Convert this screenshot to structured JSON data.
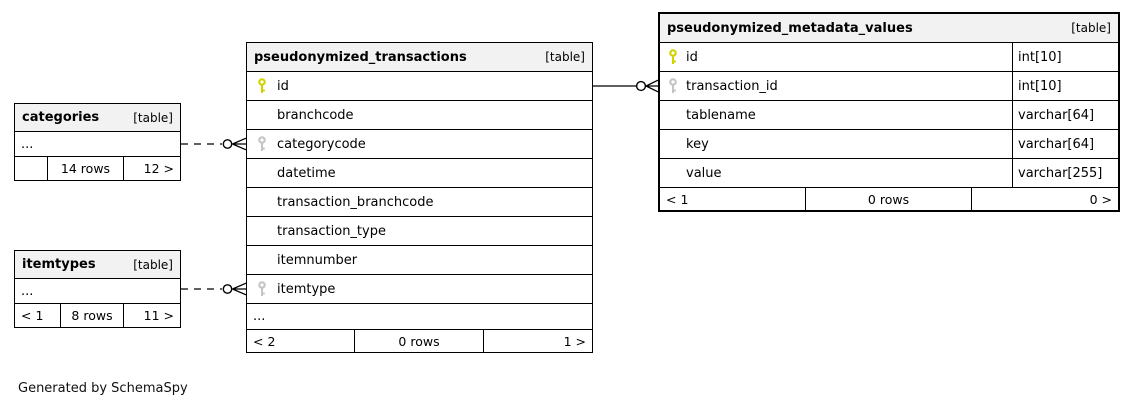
{
  "page": {
    "note": "Generated by SchemaSpy"
  },
  "colors": {
    "header_bg": "#f2f2f2",
    "primary_key": "#d2d200",
    "foreign_key": "#c4c4c4",
    "border": "#000000",
    "background": "#ffffff"
  },
  "tables": {
    "categories": {
      "title": "categories",
      "badge": "[table]",
      "more": "...",
      "footer": {
        "left": "",
        "center": "14 rows",
        "right": "12 >"
      }
    },
    "itemtypes": {
      "title": "itemtypes",
      "badge": "[table]",
      "more": "...",
      "footer": {
        "left": "< 1",
        "center": "8 rows",
        "right": "11 >"
      }
    },
    "pseudonymized_transactions": {
      "title": "pseudonymized_transactions",
      "badge": "[table]",
      "more": "...",
      "columns": [
        {
          "name": "id",
          "key": "primary"
        },
        {
          "name": "branchcode",
          "key": ""
        },
        {
          "name": "categorycode",
          "key": "foreign"
        },
        {
          "name": "datetime",
          "key": ""
        },
        {
          "name": "transaction_branchcode",
          "key": ""
        },
        {
          "name": "transaction_type",
          "key": ""
        },
        {
          "name": "itemnumber",
          "key": ""
        },
        {
          "name": "itemtype",
          "key": "foreign"
        }
      ],
      "footer": {
        "left": "< 2",
        "center": "0 rows",
        "right": "1 >"
      }
    },
    "pseudonymized_metadata_values": {
      "title": "pseudonymized_metadata_values",
      "badge": "[table]",
      "columns": [
        {
          "name": "id",
          "type": "int[10]",
          "key": "primary"
        },
        {
          "name": "transaction_id",
          "type": "int[10]",
          "key": "foreign"
        },
        {
          "name": "tablename",
          "type": "varchar[64]",
          "key": ""
        },
        {
          "name": "key",
          "type": "varchar[64]",
          "key": ""
        },
        {
          "name": "value",
          "type": "varchar[255]",
          "key": ""
        }
      ],
      "footer": {
        "left": "< 1",
        "center": "0 rows",
        "right": "0 >"
      }
    }
  },
  "relationships": [
    {
      "from": "categories",
      "to": "pseudonymized_transactions.categorycode",
      "line": "dashed",
      "marker": "zero-or-many"
    },
    {
      "from": "itemtypes",
      "to": "pseudonymized_transactions.itemtype",
      "line": "dashed",
      "marker": "zero-or-many"
    },
    {
      "from": "pseudonymized_transactions.id",
      "to": "pseudonymized_metadata_values.transaction_id",
      "line": "solid",
      "marker": "zero-or-many"
    }
  ]
}
